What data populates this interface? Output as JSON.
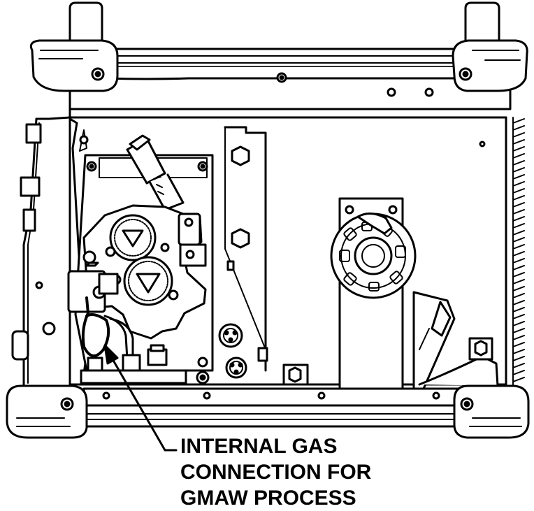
{
  "callout": {
    "lines": [
      "INTERNAL GAS",
      "CONNECTION FOR",
      "GMAW PROCESS"
    ]
  },
  "colors": {
    "ink": "#000000",
    "paper": "#ffffff"
  }
}
